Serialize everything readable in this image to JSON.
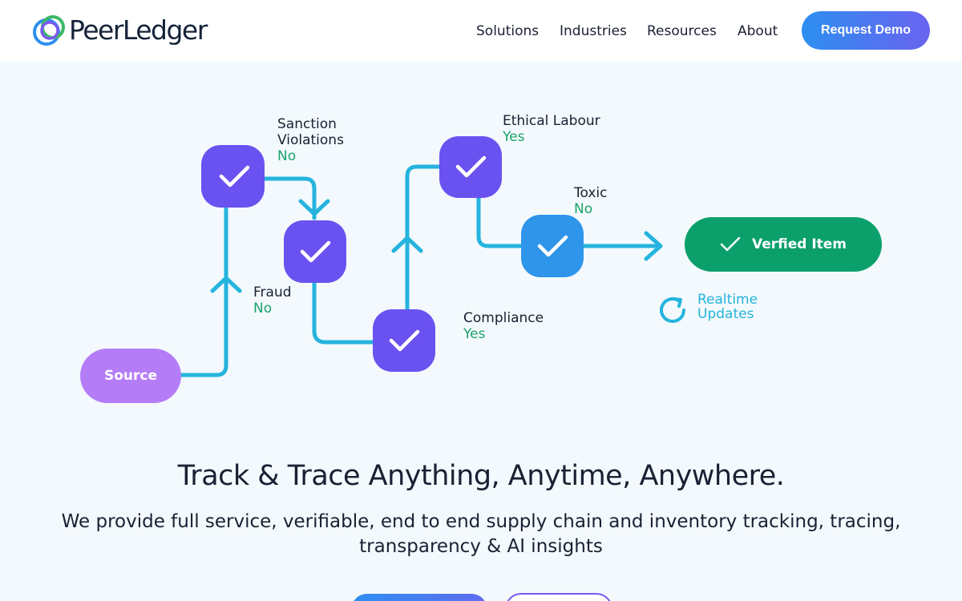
{
  "brand": {
    "name": "PeerLedger"
  },
  "nav": {
    "items": [
      "Solutions",
      "Industries",
      "Resources",
      "About"
    ],
    "cta_label": "Request Demo"
  },
  "diagram": {
    "source_label": "Source",
    "checks": [
      {
        "label": "Sanction\nViolations",
        "value": "No"
      },
      {
        "label": "Fraud",
        "value": "No"
      },
      {
        "label": "Compliance",
        "value": "Yes"
      },
      {
        "label": "Ethical Labour",
        "value": "Yes"
      },
      {
        "label": "Toxic",
        "value": "No"
      }
    ],
    "result_label": "Verfied Item",
    "realtime_label": "Realtime\nUpdates"
  },
  "hero": {
    "title": "Track & Trace Anything, Anytime, Anywhere.",
    "subtitle": "We provide full service, verifiable, end to end supply chain and inventory tracking, tracing, transparency & AI insights"
  },
  "colors": {
    "connector": "#25b4de",
    "check_node": "#6a52f0",
    "toxic_node": "#2e95ea",
    "source": "#b57cf7",
    "verified": "#0ba06b",
    "value_text": "#1aa36b",
    "accent_blue": "#2d8ff0"
  },
  "icons": [
    "logo-rings-icon",
    "check-icon",
    "arrow-up-icon",
    "arrow-down-icon",
    "arrow-right-icon",
    "refresh-icon"
  ]
}
